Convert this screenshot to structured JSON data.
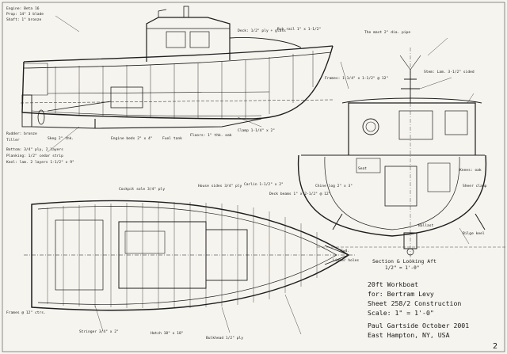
{
  "title_block": {
    "section_caption": "Section & Looking Aft",
    "section_scale": "1/2\" = 1'-0\"",
    "boat_name": "20ft Workboat",
    "for_line": "for: Bertram Levy",
    "sheet_line": "Sheet 258/2 Construction",
    "scale_line": "Scale: 1\" = 1'-0\"",
    "designer_line": "Paul Gartside   October 2001",
    "location_line": "East Hampton, NY, USA"
  },
  "sheet_number": "2",
  "notes": {
    "engine": "Engine: Beta 16",
    "engine_2": "Prop: 14\" 3 blade",
    "engine_3": "Shaft: 1\" bronze",
    "mast": "The mast 2\" dia. pipe",
    "stem": "Stem: Lam. 3-1/2\" sided",
    "frames": "Frames: 1-1/4\" x 1-1/2\" @ 12\"",
    "bottom": "Bottom: 3/4\" ply, 2 layers",
    "planking": "Planking: 1/2\" cedar strip",
    "keel": "Keel: lam. 2 layers 1-1/2\" x 9\"",
    "deck": "Deck: 1/2\" ply + glass",
    "floors": "Floors: 1\" thk. oak",
    "clamp": "Clamp 1-1/4\" x 2\"",
    "chine": "Chine log 2\" x 3\"",
    "sheer": "Sheer clamp",
    "bilge_keel": "Bilge keel",
    "rudder": "Rudder: bronze",
    "skeg": "Skeg 2\" thk.",
    "tiller": "Tiller",
    "cockpit": "Cockpit sole 3/4\" ply",
    "house": "House sides 3/4\" ply",
    "ballast": "Ballast",
    "limber": "Limber holes",
    "carlin": "Carlin 1-1/2\" x 2\"",
    "beam": "Deck beams 1\" x 2-1/2\" @ 12\"",
    "knees": "Knees: oak",
    "seat": "Seat",
    "stringer": "Stringer 3/4\" x 2\"",
    "hatch": "Hatch 18\" x 18\"",
    "bulkhead": "Bulkhead 1/2\" ply",
    "engine_beds": "Engine beds 2\" x 4\"",
    "rubrail": "Rub rail 1\" x 1-1/2\"",
    "tank": "Fuel tank",
    "fwd": "Fwd.",
    "frame_spacing": "Frames @ 12\" ctrs."
  },
  "colors": {
    "paper": "#f6f4ee",
    "ink": "#1e1e1e"
  }
}
